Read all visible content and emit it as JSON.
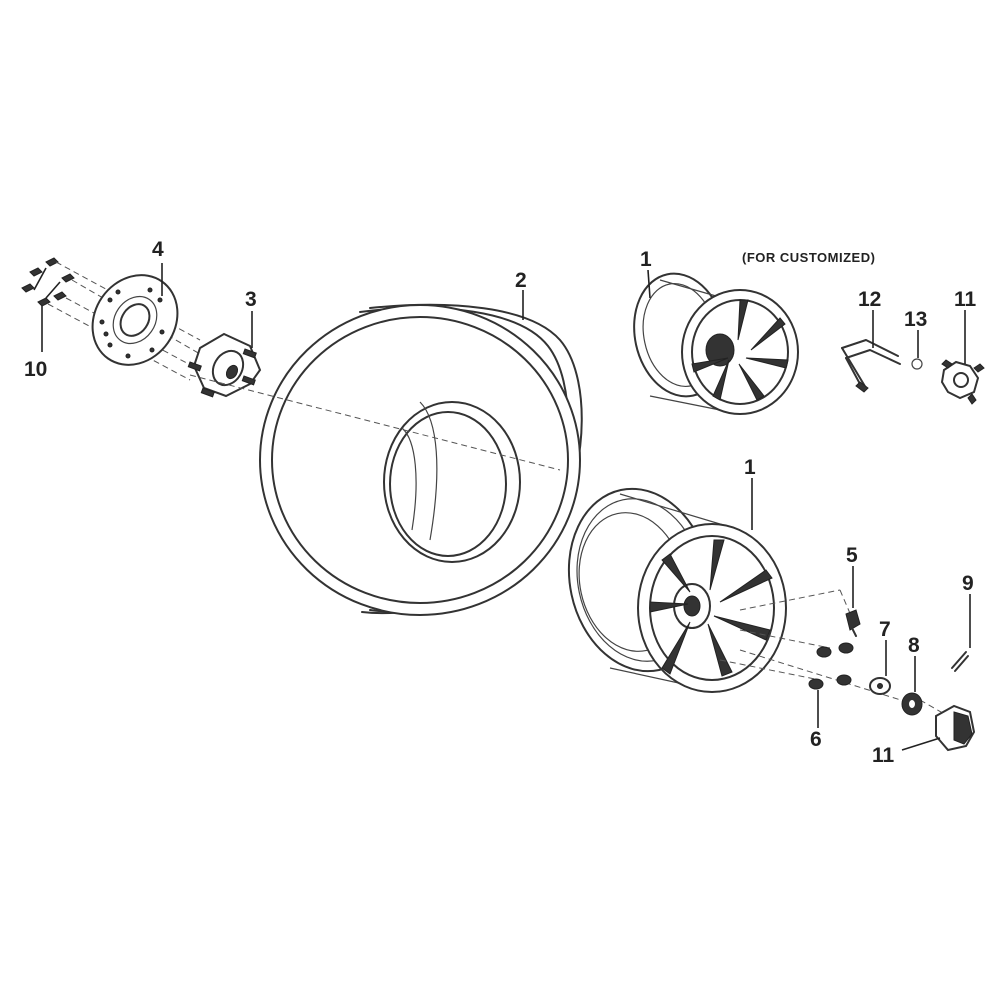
{
  "note": "(FOR CUSTOMIZED)",
  "callouts": {
    "rim_top": "1",
    "tire": "2",
    "hub": "3",
    "brake_disc": "4",
    "rim_bottom": "1",
    "valve_stem": "5",
    "lug_nuts": "6",
    "washer": "7",
    "castle_nut": "8",
    "cotter_pin": "9",
    "disc_bolts": "10",
    "hub_cap_top": "11",
    "valve_bracket": "12",
    "o_ring": "13",
    "hub_cap_bottom": "11"
  },
  "colors": {
    "line": "#333333",
    "background": "#ffffff"
  }
}
